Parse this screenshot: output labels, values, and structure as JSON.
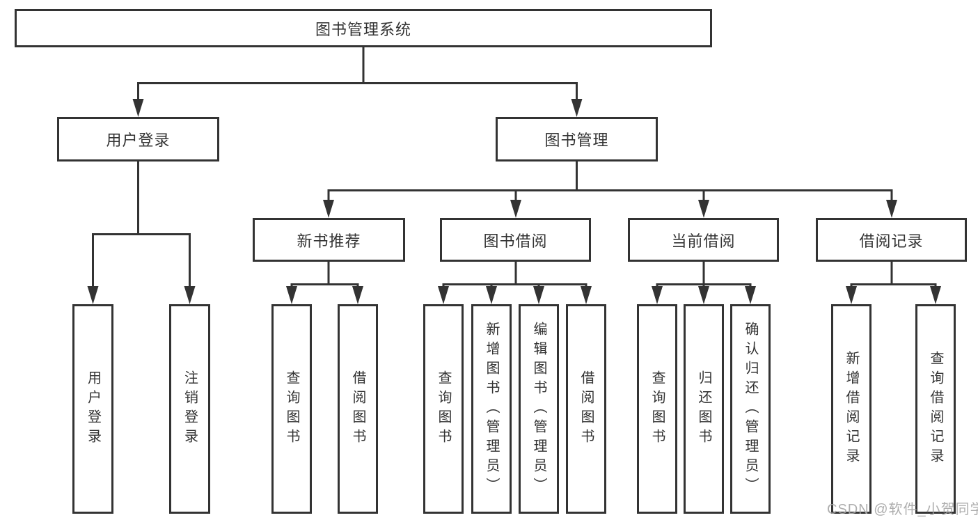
{
  "diagram": {
    "type": "hierarchy-chart",
    "tree": {
      "root": {
        "label": "图书管理系统"
      },
      "level2": [
        {
          "label": "用户登录",
          "children": [
            {
              "label": "用户登录"
            },
            {
              "label": "注销登录"
            }
          ]
        },
        {
          "label": "图书管理",
          "children": [
            {
              "label": "新书推荐",
              "children": [
                {
                  "label": "查询图书"
                },
                {
                  "label": "借阅图书"
                }
              ]
            },
            {
              "label": "图书借阅",
              "children": [
                {
                  "label": "查询图书"
                },
                {
                  "label": "新增图书（管理员）"
                },
                {
                  "label": "编辑图书（管理员）"
                },
                {
                  "label": "借阅图书"
                }
              ]
            },
            {
              "label": "当前借阅",
              "children": [
                {
                  "label": "查询图书"
                },
                {
                  "label": "归还图书"
                },
                {
                  "label": "确认归还（管理员）"
                }
              ]
            },
            {
              "label": "借阅记录",
              "children": [
                {
                  "label": "新增借阅记录"
                },
                {
                  "label": "查询借阅记录"
                }
              ]
            }
          ]
        }
      ]
    },
    "colors": {
      "background": "#ffffff",
      "line": "#333333",
      "box_border": "#333333",
      "text": "#333333",
      "watermark": "#a5a5a5"
    }
  },
  "watermark": {
    "text": "CSDN @软件_小贺同学"
  }
}
